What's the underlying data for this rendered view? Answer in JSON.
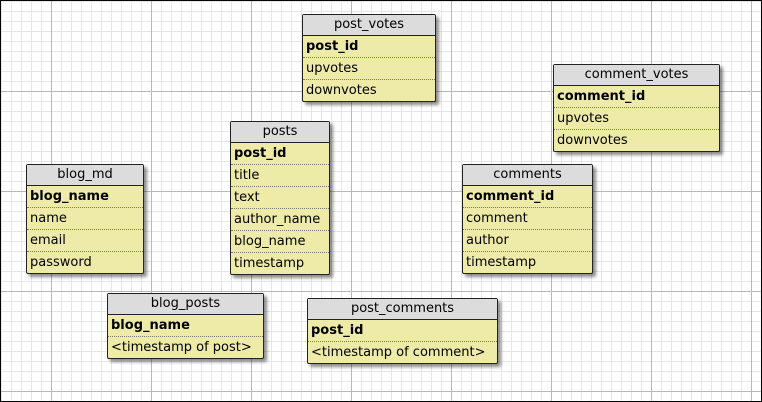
{
  "tables": {
    "post_votes": {
      "title": "post_votes",
      "fields": [
        "post_id",
        "upvotes",
        "downvotes"
      ]
    },
    "comment_votes": {
      "title": "comment_votes",
      "fields": [
        "comment_id",
        "upvotes",
        "downvotes"
      ]
    },
    "posts": {
      "title": "posts",
      "fields": [
        "post_id",
        "title",
        "text",
        "author_name",
        "blog_name",
        "timestamp"
      ]
    },
    "blog_md": {
      "title": "blog_md",
      "fields": [
        "blog_name",
        "name",
        "email",
        "password"
      ]
    },
    "comments": {
      "title": "comments",
      "fields": [
        "comment_id",
        "comment",
        "author",
        "timestamp"
      ]
    },
    "blog_posts": {
      "title": "blog_posts",
      "fields": [
        "blog_name",
        "<timestamp of post>"
      ]
    },
    "post_comments": {
      "title": "post_comments",
      "fields": [
        "post_id",
        "<timestamp of comment>"
      ]
    }
  },
  "colors": {
    "table_body": "#eeeaa8",
    "table_header": "#dcdcdc",
    "grid_major": "#b8b8b8",
    "grid_minor": "#e6e6e6"
  }
}
